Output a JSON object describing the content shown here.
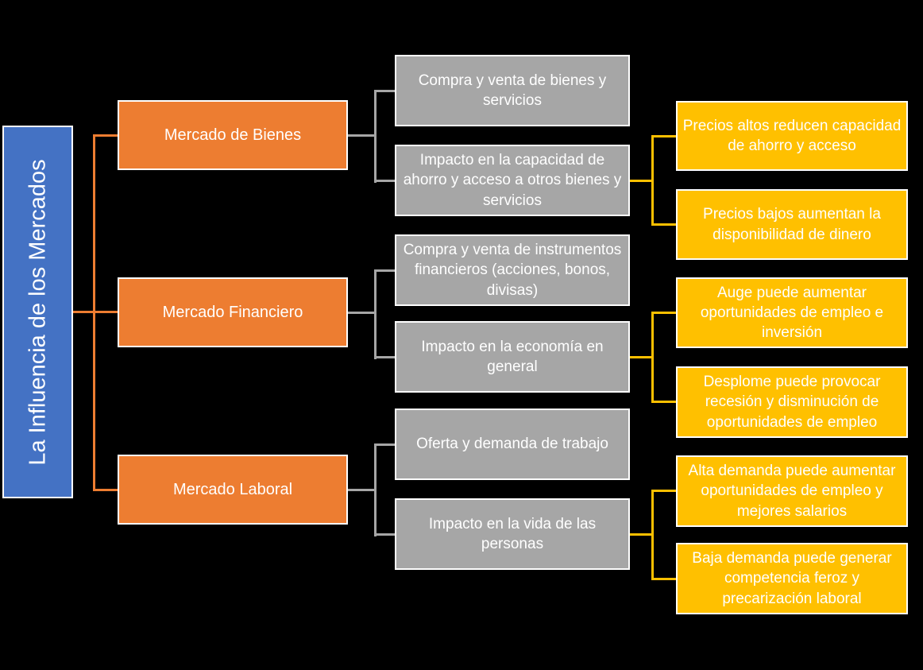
{
  "diagram": {
    "title": "La Influencia de los Mercados",
    "colors": {
      "background": "#000000",
      "root": "#4472C4",
      "branch": "#ED7D31",
      "detail": "#A6A6A6",
      "outcome": "#FFC000",
      "text": "#FFFFFF",
      "border": "#FFFFFF"
    },
    "branches": [
      {
        "label": "Mercado de Bienes",
        "nodes": [
          {
            "text": "Compra y venta de bienes y servicios",
            "outcomes": []
          },
          {
            "text": "Impacto en la capacidad de ahorro y acceso a otros bienes y servicios",
            "outcomes": [
              "Precios altos reducen capacidad de ahorro y acceso",
              "Precios bajos aumentan la disponibilidad de dinero"
            ]
          }
        ]
      },
      {
        "label": "Mercado Financiero",
        "nodes": [
          {
            "text": "Compra y venta de instrumentos financieros (acciones, bonos, divisas)",
            "outcomes": []
          },
          {
            "text": "Impacto en la economía en general",
            "outcomes": [
              "Auge puede aumentar oportunidades de empleo e inversión",
              "Desplome puede provocar recesión y disminución de oportunidades de empleo"
            ]
          }
        ]
      },
      {
        "label": "Mercado Laboral",
        "nodes": [
          {
            "text": "Oferta y demanda de trabajo",
            "outcomes": []
          },
          {
            "text": "Impacto en la vida de las personas",
            "outcomes": [
              "Alta demanda puede aumentar oportunidades de empleo y mejores salarios",
              "Baja demanda puede generar competencia feroz y precarización laboral"
            ]
          }
        ]
      }
    ]
  }
}
